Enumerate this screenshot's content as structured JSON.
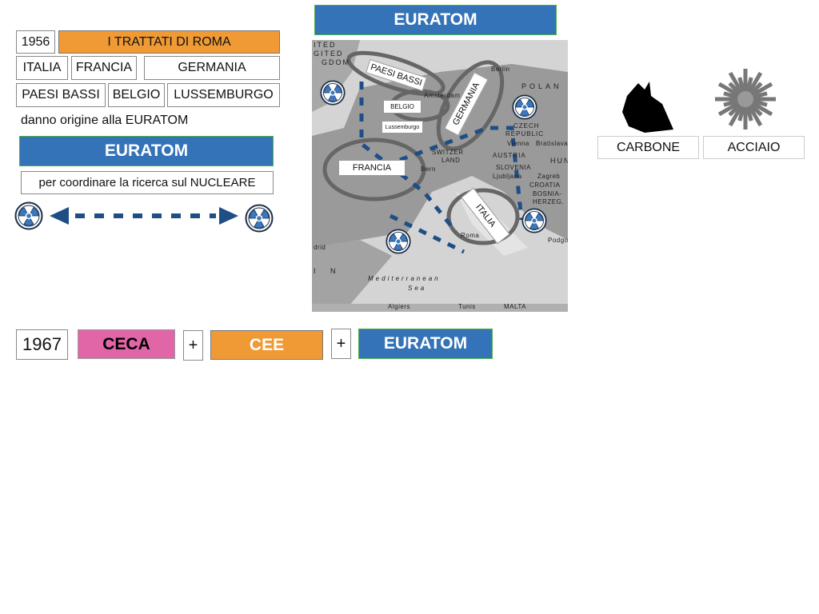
{
  "left": {
    "year": "1956",
    "title": "I TRATTATI DI ROMA",
    "countries": [
      "ITALIA",
      "FRANCIA",
      "GERMANIA",
      "PAESI BASSI",
      "BELGIO",
      "LUSSEMBURGO"
    ],
    "sentence": "danno origine alla EURATOM",
    "euratom": "EURATOM",
    "purpose": "per coordinare la ricerca sul NUCLEARE"
  },
  "map": {
    "header": "EURATOM",
    "labels": {
      "nl": "PAESI BASSI",
      "be": "BELGIO",
      "lu": "Lussemburgo",
      "de": "GERMANIA",
      "fr": "FRANCIA",
      "it": "ITALIA"
    },
    "places": [
      "ITED",
      "GITED",
      "GDOM",
      "Berlin",
      "Amsterdam",
      "POLAN",
      "CZECH",
      "REPUBLIC",
      "Vienna",
      "Bratislava",
      "AUSTRIA",
      "SWITZER",
      "LAND",
      "Bern",
      "SLOVENIA",
      "Ljubljana",
      "Zagreb",
      "CROATIA",
      "BOSNIA-",
      "HERZEG.",
      "HUN",
      "Roma",
      "Podgori",
      "Mediterranean",
      "Sea",
      "Algiers",
      "Tunis",
      "MALTA",
      "drid",
      "I N"
    ]
  },
  "right": {
    "items": [
      "CARBONE",
      "ACCIAIO"
    ]
  },
  "bottom": {
    "year": "1967",
    "ceca": "CECA",
    "plus": "+",
    "cee": "CEE",
    "euratom": "EURATOM"
  },
  "colors": {
    "blue": "#3473b8",
    "orange": "#f09a36",
    "pink": "#e066a8",
    "dash": "#1f4e85"
  }
}
